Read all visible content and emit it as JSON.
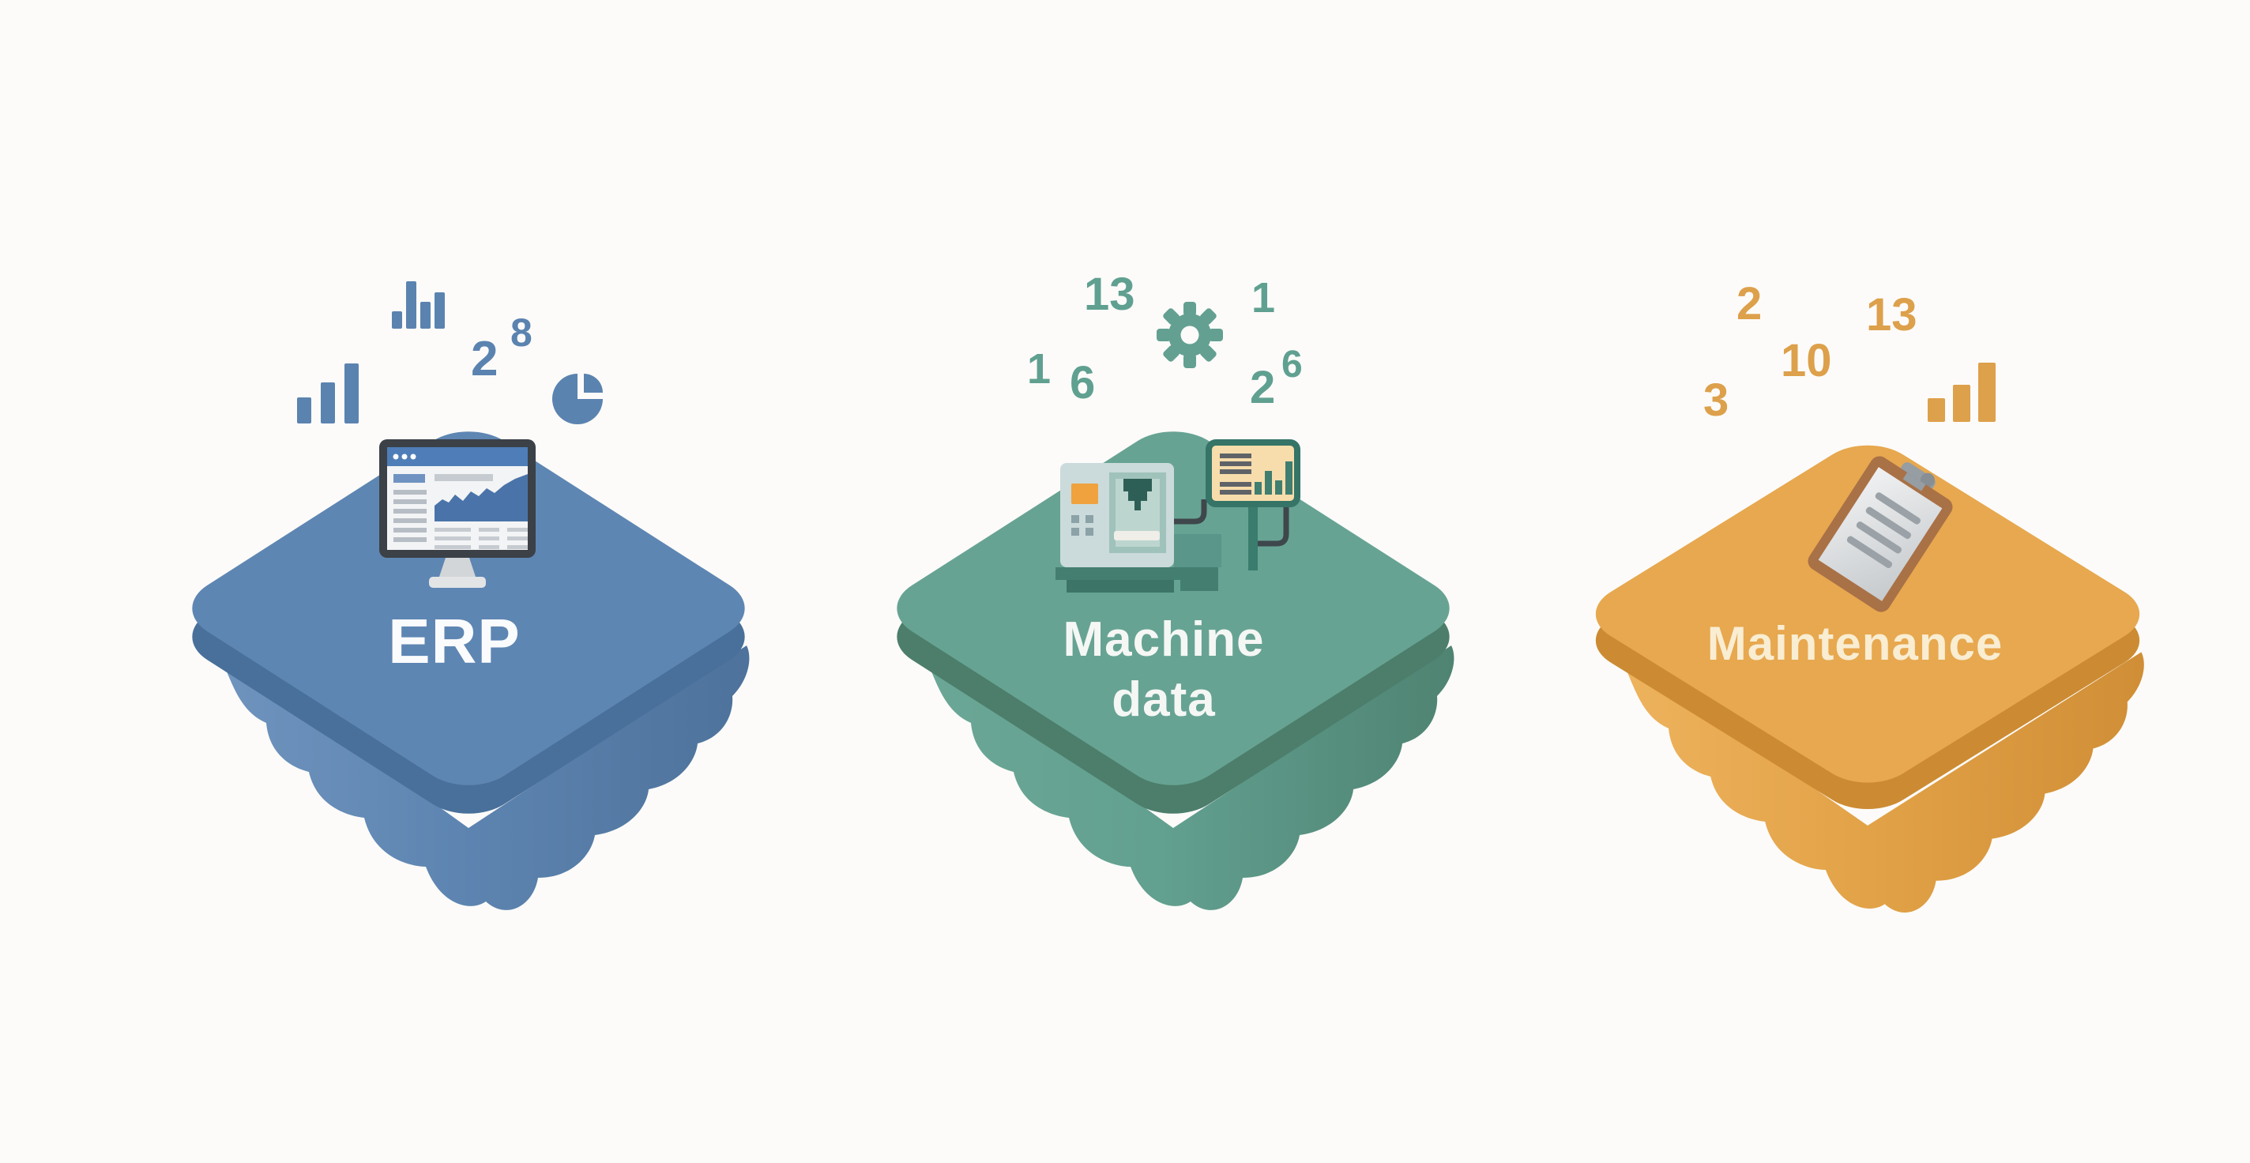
{
  "background_color": "#fcfbf9",
  "islands": [
    {
      "id": "erp",
      "label": "ERP",
      "label_color": "#fafbfc",
      "colors": {
        "top": "#5e86b3",
        "rim": "#49709a",
        "under_light": "#6f94be",
        "under_dark": "#4d729b",
        "accent": "#5b83b0"
      },
      "floating_numbers": [
        "2",
        "8"
      ],
      "icons": [
        "bar-chart-icon",
        "bar-chart-icon",
        "pie-chart-icon",
        "desktop-monitor-dashboard-icon"
      ]
    },
    {
      "id": "machine-data",
      "label": "Machine data",
      "label_color": "#f5f7f5",
      "colors": {
        "top": "#67a393",
        "rim": "#4c7e6b",
        "under_light": "#6ca796",
        "under_dark": "#4f8372",
        "accent": "#60a090"
      },
      "floating_numbers": [
        "13",
        "1",
        "6",
        "1",
        "2",
        "6"
      ],
      "icons": [
        "gear-icon",
        "cnc-machine-icon",
        "data-display-icon"
      ]
    },
    {
      "id": "maintenance",
      "label": "Maintenance",
      "label_color": "#f9edd2",
      "colors": {
        "top": "#e7a84f",
        "rim": "#cc8b33",
        "under_light": "#eeb35e",
        "under_dark": "#d08e36",
        "accent": "#dda04b"
      },
      "floating_numbers": [
        "2",
        "13",
        "10",
        "3"
      ],
      "icons": [
        "clipboard-icon",
        "bar-chart-icon"
      ]
    }
  ]
}
